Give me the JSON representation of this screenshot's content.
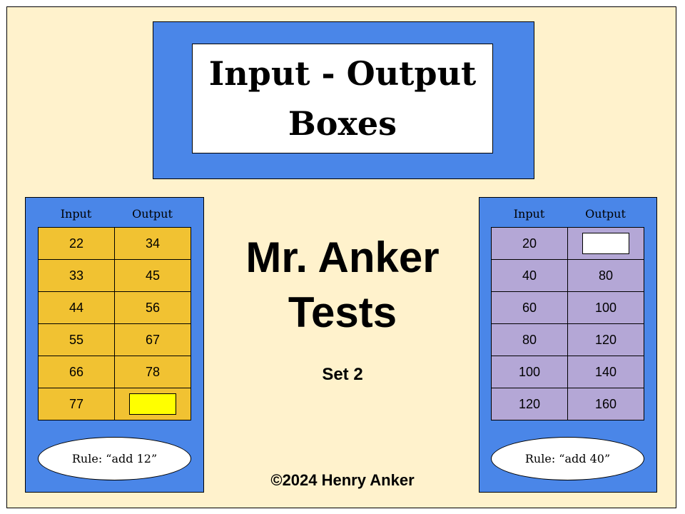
{
  "title": "Input - Output Boxes",
  "subtitle_line1": "Mr. Anker",
  "subtitle_line2": "Tests",
  "set_label": "Set 2",
  "copyright": "©2024 Henry Anker",
  "left_table": {
    "headers": [
      "Input",
      "Output"
    ],
    "rows": [
      [
        "22",
        "34"
      ],
      [
        "33",
        "45"
      ],
      [
        "44",
        "56"
      ],
      [
        "55",
        "67"
      ],
      [
        "66",
        "78"
      ],
      [
        "77",
        ""
      ]
    ],
    "rule": "Rule: “add 12”"
  },
  "right_table": {
    "headers": [
      "Input",
      "Output"
    ],
    "rows": [
      [
        "20",
        ""
      ],
      [
        "40",
        "80"
      ],
      [
        "60",
        "100"
      ],
      [
        "80",
        "120"
      ],
      [
        "100",
        "140"
      ],
      [
        "120",
        "160"
      ]
    ],
    "rule": "Rule: “add 40”"
  },
  "colors": {
    "background": "#fff2cc",
    "blue": "#4a86e8",
    "gold": "#f1c232",
    "purple": "#b4a7d6",
    "answer_yellow": "#ffff00"
  }
}
